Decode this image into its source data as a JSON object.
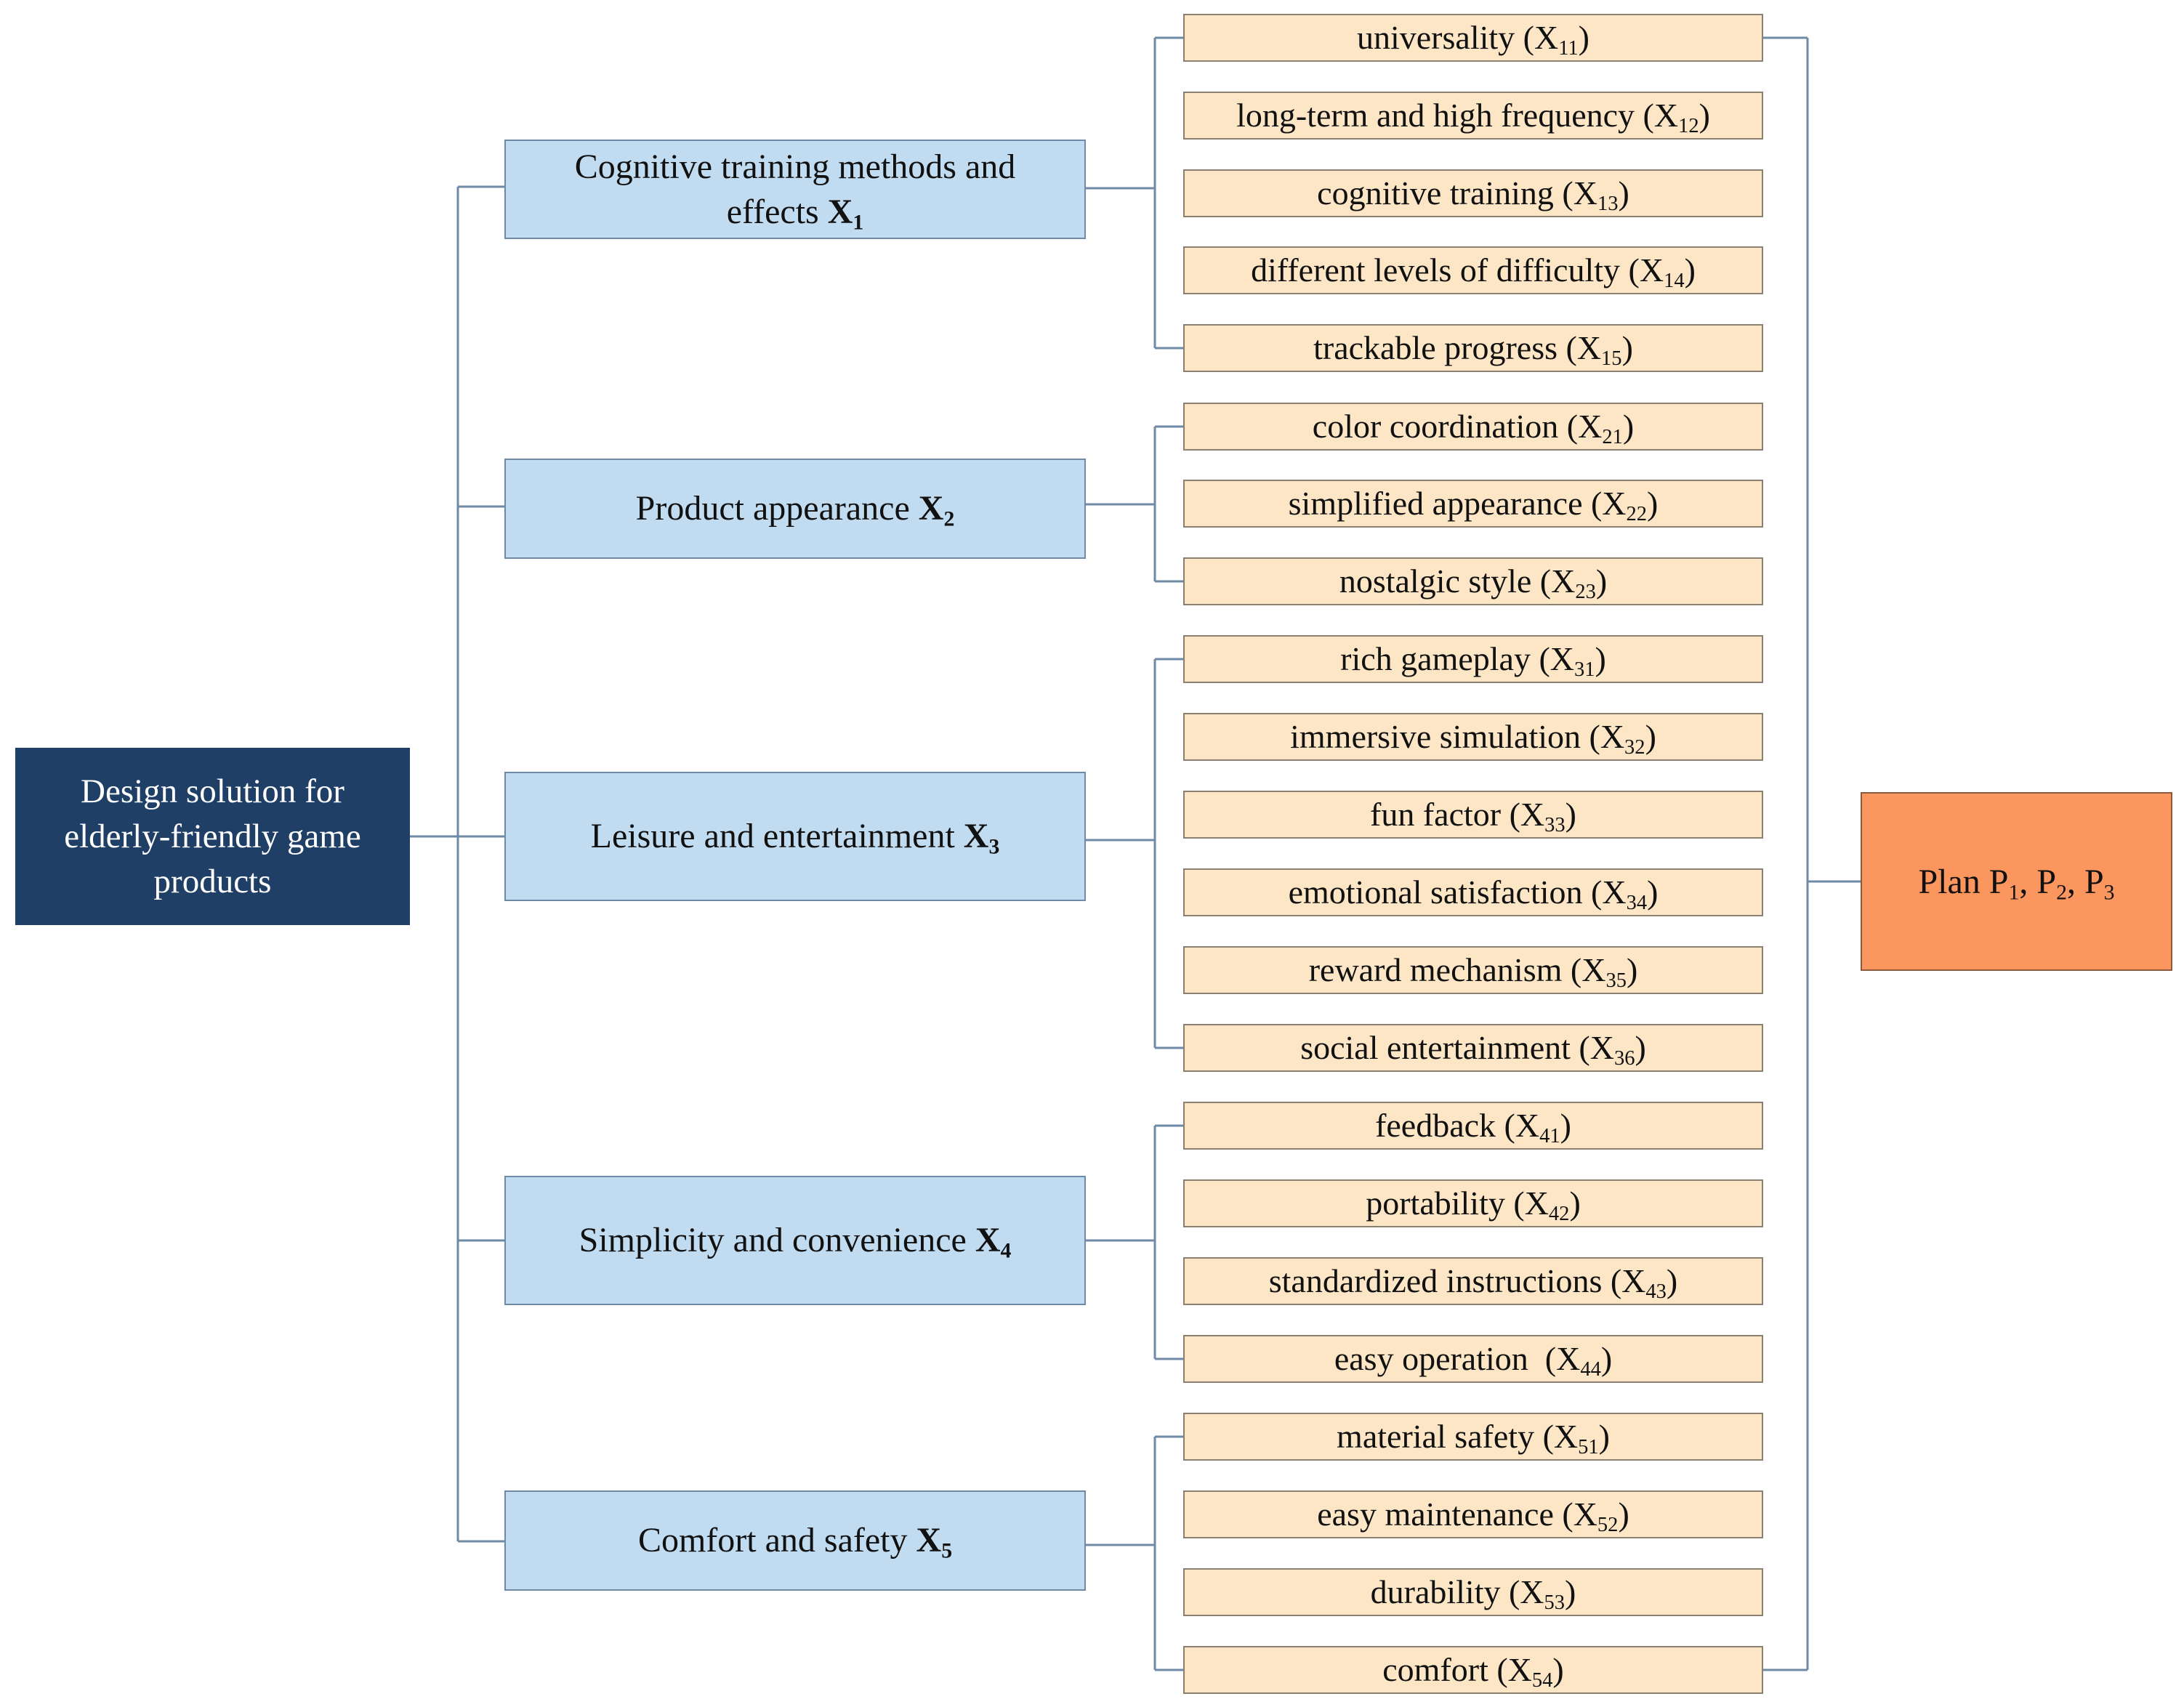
{
  "root": {
    "line1": "Design solution for",
    "line2": "elderly-friendly game",
    "line3": "products"
  },
  "criteria": [
    {
      "label_a": "Cognitive training methods and",
      "label_b": "effects",
      "code": "X",
      "code_sub": "1"
    },
    {
      "label_a": "",
      "label_b": "Product appearance",
      "code": "X",
      "code_sub": "2"
    },
    {
      "label_a": "",
      "label_b": "Leisure and entertainment",
      "code": "X",
      "code_sub": "3"
    },
    {
      "label_a": "",
      "label_b": "Simplicity and convenience",
      "code": "X",
      "code_sub": "4"
    },
    {
      "label_a": "",
      "label_b": "Comfort and safety",
      "code": "X",
      "code_sub": "5"
    }
  ],
  "subcriteria": [
    {
      "text": "universality (X",
      "sub": "11",
      "close": ")"
    },
    {
      "text": "long-term and high frequency (X",
      "sub": "12",
      "close": ")"
    },
    {
      "text": "cognitive training (X",
      "sub": "13",
      "close": ")"
    },
    {
      "text": "different levels of difficulty (X",
      "sub": "14",
      "close": ")"
    },
    {
      "text": "trackable progress (X",
      "sub": "15",
      "close": ")"
    },
    {
      "text": "color coordination (X",
      "sub": "21",
      "close": ")"
    },
    {
      "text": "simplified appearance (X",
      "sub": "22",
      "close": ")"
    },
    {
      "text": "nostalgic style (X",
      "sub": "23",
      "close": ")"
    },
    {
      "text": "rich gameplay (X",
      "sub": "31",
      "close": ")"
    },
    {
      "text": "immersive simulation (X",
      "sub": "32",
      "close": ")"
    },
    {
      "text": "fun factor (X",
      "sub": "33",
      "close": ")"
    },
    {
      "text": "emotional satisfaction (X",
      "sub": "34",
      "close": ")"
    },
    {
      "text": "reward mechanism (X",
      "sub": "35",
      "close": ")"
    },
    {
      "text": "social entertainment (X",
      "sub": "36",
      "close": ")"
    },
    {
      "text": "feedback (X",
      "sub": "41",
      "close": ")"
    },
    {
      "text": "portability (X",
      "sub": "42",
      "close": ")"
    },
    {
      "text": "standardized instructions (X",
      "sub": "43",
      "close": ")"
    },
    {
      "text": "easy operation  (X",
      "sub": "44",
      "close": ")"
    },
    {
      "text": "material safety (X",
      "sub": "51",
      "close": ")"
    },
    {
      "text": "easy maintenance (X",
      "sub": "52",
      "close": ")"
    },
    {
      "text": "durability (X",
      "sub": "53",
      "close": ")"
    },
    {
      "text": "comfort (X",
      "sub": "54",
      "close": ")"
    }
  ],
  "plan": {
    "prefix": "Plan P",
    "s1": "1",
    "sep1": ", P",
    "s2": "2",
    "sep2": ", P",
    "s3": "3"
  },
  "colors": {
    "root": "#1f3f66",
    "criterion": "#c1dcf1",
    "subcriterion": "#fde6c6",
    "plan": "#fb965e",
    "line": "#6e8aa4"
  }
}
